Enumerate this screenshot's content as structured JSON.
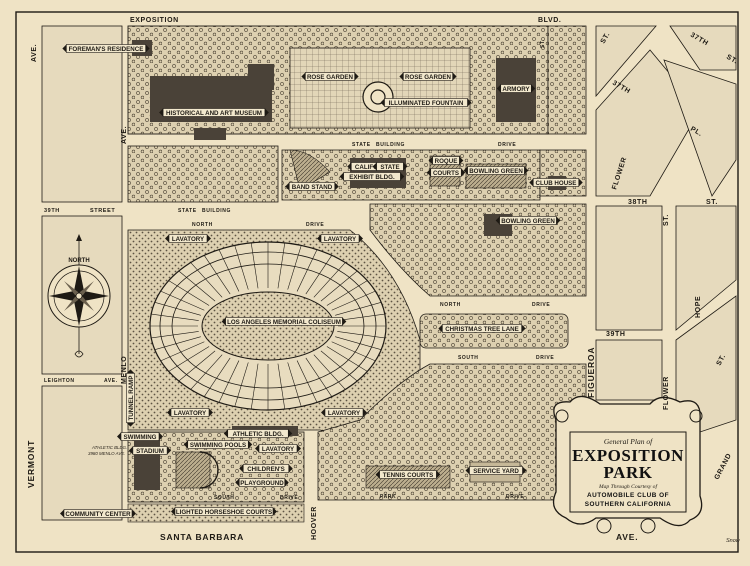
{
  "title": {
    "line1": "General Plan of",
    "line2": "EXPOSITION",
    "line3": "PARK",
    "line4": "Map Through Courtesy of",
    "line5": "AUTOMOBILE CLUB OF",
    "line6": "SOUTHERN CALIFORNIA"
  },
  "compass": {
    "label": "NORTH"
  },
  "streets": {
    "exposition": "EXPOSITION",
    "blvd": "BLVD.",
    "vermont_ave_top": "AVE.",
    "vermont": "VERMONT",
    "menlo": "MENLO",
    "menlo_ave": "AVE.",
    "st39": "39TH",
    "st39_street": "STREET",
    "st39_right": "39TH",
    "st38": "38TH",
    "st38_st": "ST.",
    "st37_top": "37TH",
    "st37_st": "ST.",
    "st37_left": "37TH",
    "pl": "PL.",
    "st_corner": "ST.",
    "flower_top": "FLOWER",
    "flower": "FLOWER",
    "hope": "HOPE",
    "hope_st": "ST.",
    "st_right2": "ST.",
    "figueroa": "FIGUEROA",
    "grand": "GRAND",
    "hoover": "HOOVER",
    "santa_barbara": "SANTA BARBARA",
    "ave_bottom": "AVE.",
    "leighton": "LEIGHTON",
    "leighton_ave": "AVE.",
    "state_building": "STATE",
    "state_building2": "BUILDING",
    "drive": "DRIVE",
    "state_building_lower": "STATE",
    "building_lower": "BUILDING",
    "north": "NORTH",
    "drive_north": "DRIVE",
    "north2": "NORTH",
    "drive2": "DRIVE",
    "south": "SOUTH",
    "drive3": "DRIVE",
    "south_bottom": "SOUTH",
    "drive_bottom": "DRIVE",
    "park": "PARK",
    "drive_park": "DRIVE",
    "st_top": "ST."
  },
  "places": {
    "foremans_residence": "FOREMAN'S RESIDENCE",
    "museum": "HISTORICAL AND ART MUSEUM",
    "rose_garden_1": "ROSE GARDEN",
    "rose_garden_2": "ROSE GARDEN",
    "fountain": "ILLUMINATED FOUNTAIN",
    "armory": "ARMORY",
    "california": "CALIFORNIA",
    "state": "STATE",
    "exhibit": "EXHIBIT BLDG.",
    "roque": "ROQUE",
    "courts": "COURTS",
    "bowling_green_1": "BOWLING GREEN",
    "club_house": "CLUB HOUSE",
    "band_stand": "BAND STAND",
    "bowling_green_2": "BOWLING GREEN",
    "lavatory_1": "LAVATORY",
    "lavatory_2": "LAVATORY",
    "coliseum": "LOS ANGELES MEMORIAL COLISEUM",
    "christmas_tree": "CHRISTMAS TREE LANE",
    "tunnel_ramp": "TUNNEL RAMP",
    "lavatory_3": "LAVATORY",
    "lavatory_4": "LAVATORY",
    "swimming": "SWIMMING",
    "stadium": "STADIUM",
    "swimming_pools": "SWIMMING POOLS",
    "athletic_bldg": "ATHLETIC BLDG.",
    "lavatory_5": "LAVATORY",
    "childrens": "CHILDREN'S",
    "playground": "PLAYGROUND",
    "tennis_courts": "TENNIS COURTS",
    "service_yard": "SERVICE YARD",
    "community_center": "COMMUNITY CENTER",
    "horseshoe": "LIGHTED HORSESHOE COURTS",
    "athletic_note_1": "ATHLETIC BLDG.",
    "athletic_note_2": "3980 MENLO AVE."
  },
  "signature": "Snow",
  "colors": {
    "paper": "#efe3c5",
    "ink": "#1e1a14",
    "block": "#d9ccab",
    "building": "#4a4238"
  }
}
